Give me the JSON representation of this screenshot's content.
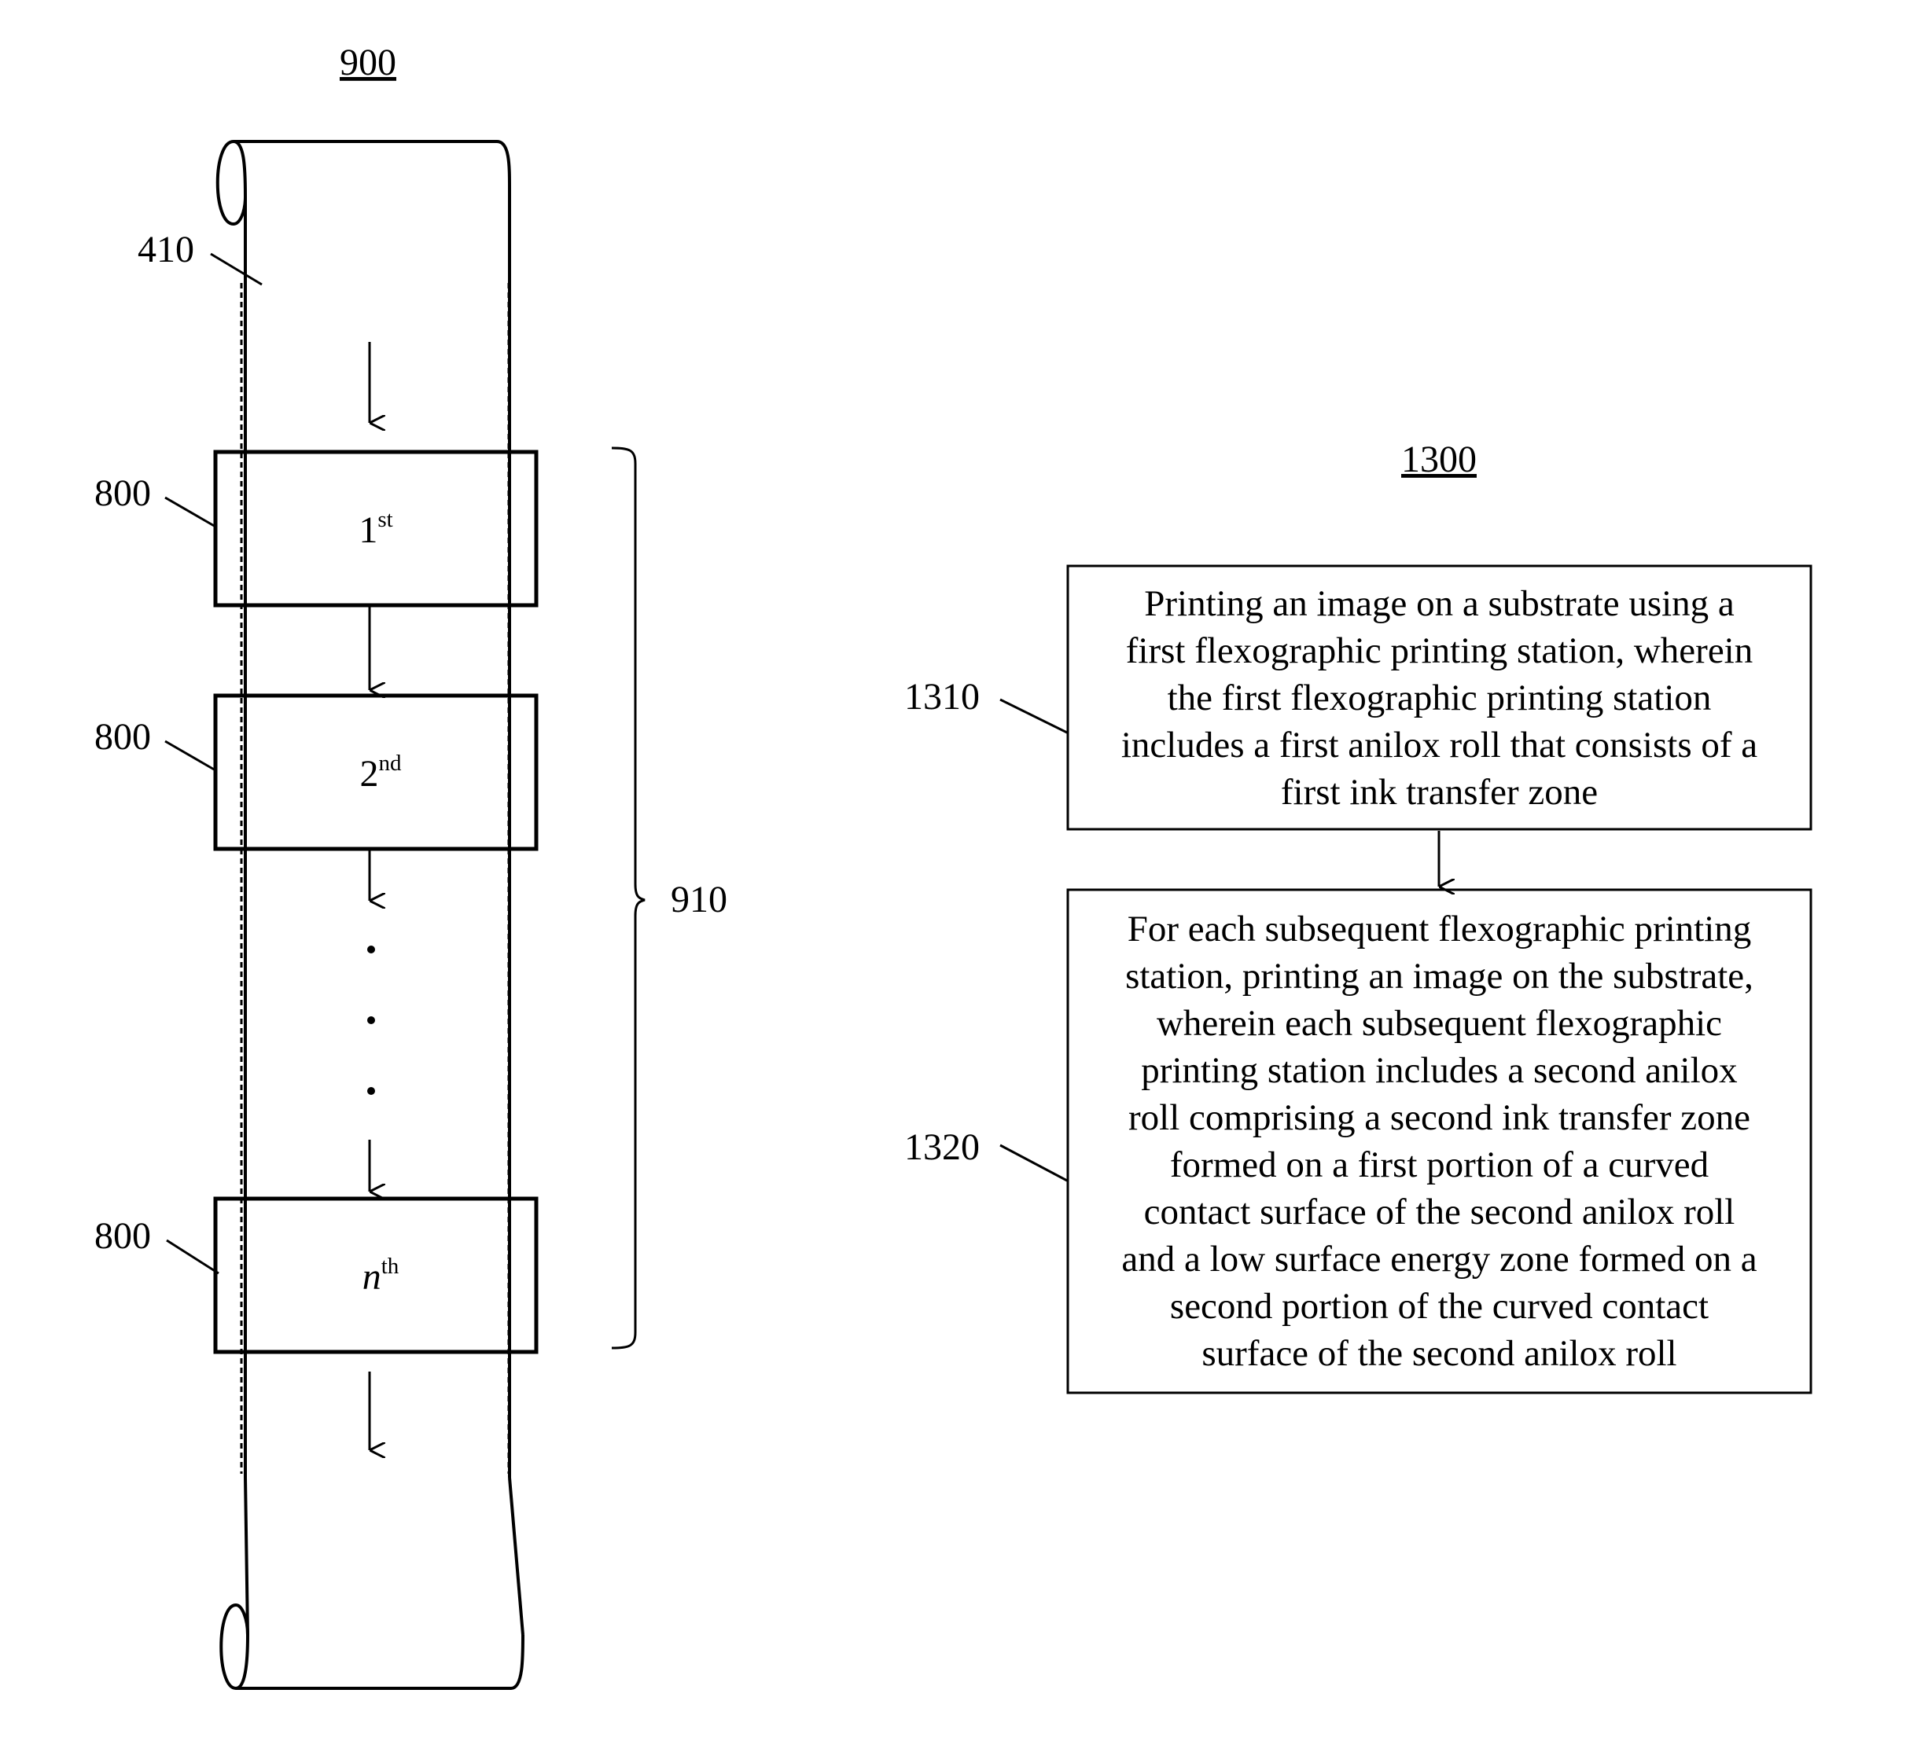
{
  "fig900": {
    "title": "900",
    "web_ref": "410",
    "station_ref": "800",
    "group_ref": "910",
    "stations": [
      {
        "num": "1",
        "sup": "st",
        "italic": false
      },
      {
        "num": "2",
        "sup": "nd",
        "italic": false
      },
      {
        "num": "n",
        "sup": "th",
        "italic": true
      }
    ],
    "continuation": "· · ·"
  },
  "fig1300": {
    "title": "1300",
    "steps": [
      {
        "ref": "1310",
        "lines": [
          "Printing an image on a substrate using a",
          "first flexographic printing station, wherein",
          "the first flexographic printing station",
          "includes a first anilox roll that consists of a",
          "first ink transfer zone"
        ]
      },
      {
        "ref": "1320",
        "lines": [
          "For each subsequent flexographic printing",
          "station, printing an image on the substrate,",
          "wherein each subsequent flexographic",
          "printing station includes a second anilox",
          "roll comprising a second ink transfer zone",
          "formed on a first portion of a curved",
          "contact surface of the second anilox roll",
          "and a low surface energy zone formed on a",
          "second portion of the curved contact",
          "surface of the second anilox roll"
        ]
      }
    ]
  }
}
